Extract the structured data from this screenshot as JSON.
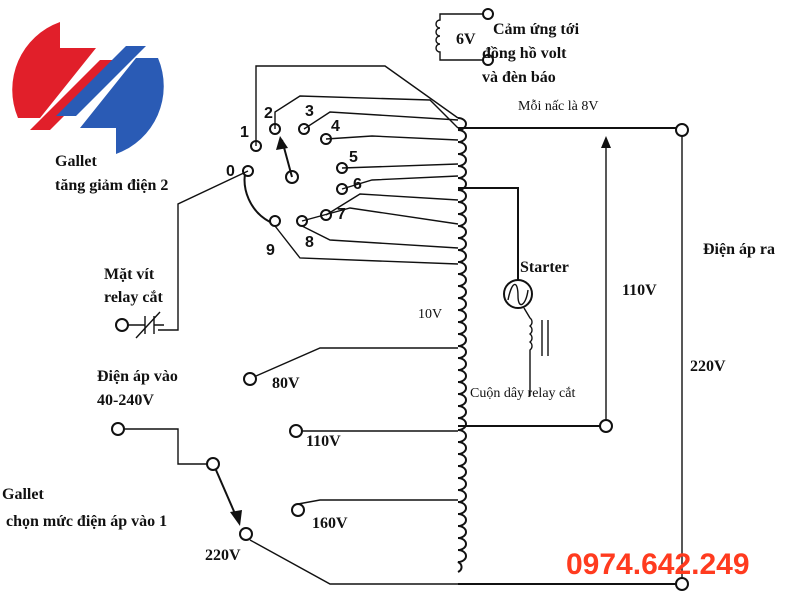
{
  "colors": {
    "logo_red": "#e11f2a",
    "logo_blue": "#2a5bb5",
    "phone": "#ff3b1f"
  },
  "labels": {
    "gallet2_line1": "Gallet",
    "gallet2_line2": "tăng giảm điện 2",
    "v6": "6V",
    "sense_line1": "Cảm ứng tới",
    "sense_line2": "đồng hồ volt",
    "sense_line3": "và đèn báo",
    "step": "Mỗi nấc là 8V",
    "output": "Điện áp ra",
    "starter": "Starter",
    "v110_right": "110V",
    "v220_right": "220V",
    "v10": "10V",
    "relay_contact_line1": "Mặt vít",
    "relay_contact_line2": "relay cắt",
    "input_line1": "Điện áp vào",
    "input_line2": "40-240V",
    "tap_80": "80V",
    "tap_110": "110V",
    "tap_160": "160V",
    "tap_220": "220V",
    "relay_coil": "Cuộn dây relay cắt",
    "gallet1_line1": "Gallet",
    "gallet1_line2": "chọn mức điện áp vào 1",
    "phone": "0974.642.249"
  },
  "switch_positions": [
    "0",
    "1",
    "2",
    "3",
    "4",
    "5",
    "6",
    "7",
    "8",
    "9"
  ]
}
